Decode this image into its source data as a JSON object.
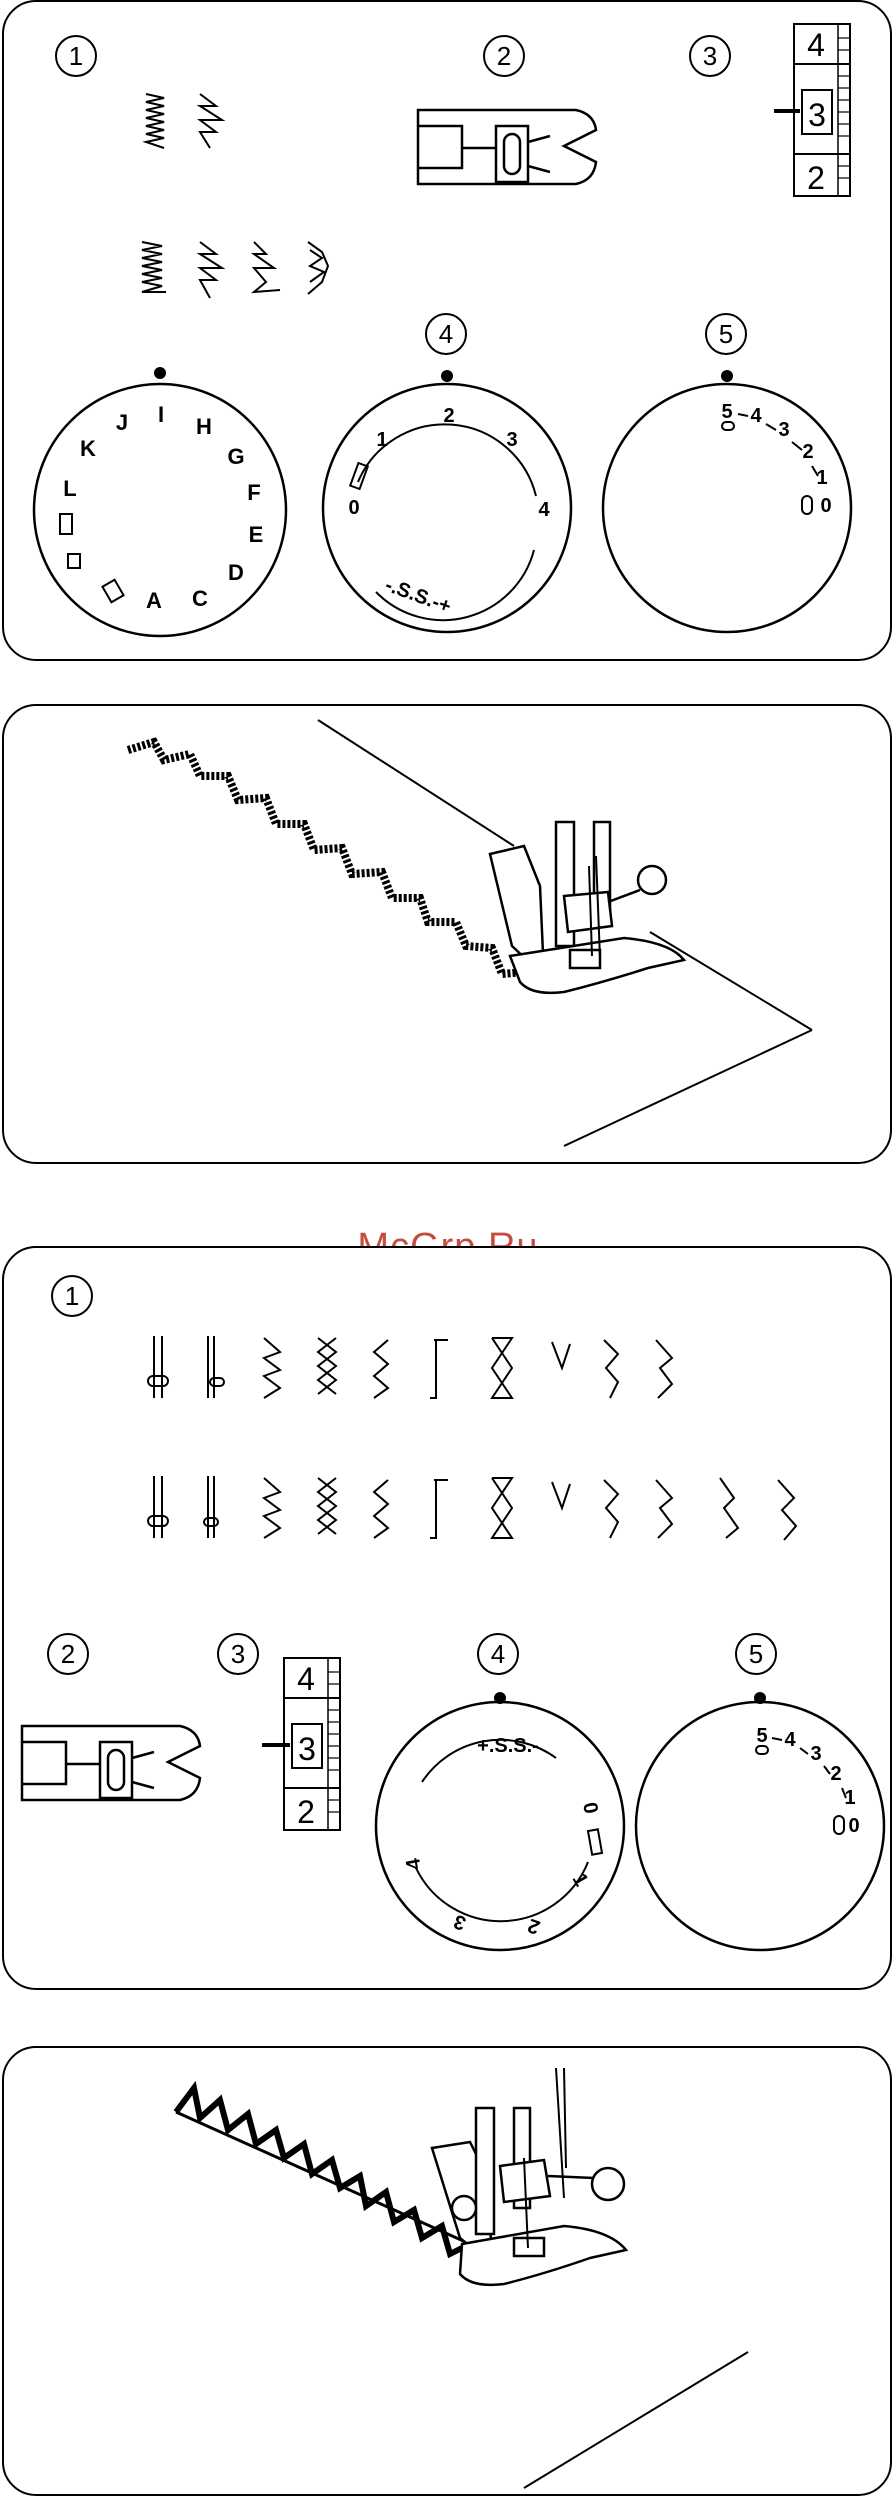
{
  "watermark": "McGrp.Ru",
  "panel1": {
    "labels": [
      "1",
      "2",
      "3",
      "4",
      "5"
    ],
    "scale": [
      "4",
      "3",
      "2"
    ],
    "dial_letters": [
      "J",
      "I",
      "H",
      "G",
      "F",
      "E",
      "D",
      "C",
      "A",
      "L",
      "K"
    ],
    "dial_width": {
      "top": "2",
      "left": "1",
      "left_end": "0",
      "right_upper": "3",
      "right": "4",
      "bottom": "-.S.S.-+"
    },
    "dial_length": {
      "top": "5",
      "seq": [
        "4",
        "3",
        "2",
        "1",
        "0"
      ]
    }
  },
  "panel3": {
    "labels": [
      "1",
      "2",
      "3",
      "4",
      "5"
    ],
    "scale": [
      "4",
      "3",
      "2"
    ],
    "dial_width": {
      "top": "+.S.S.-",
      "right_end": "0",
      "right": "1",
      "bottom_right": "2",
      "bottom": "3",
      "left": "4"
    },
    "dial_length": {
      "top": "5",
      "seq": [
        "4",
        "3",
        "2",
        "1",
        "0"
      ]
    }
  }
}
